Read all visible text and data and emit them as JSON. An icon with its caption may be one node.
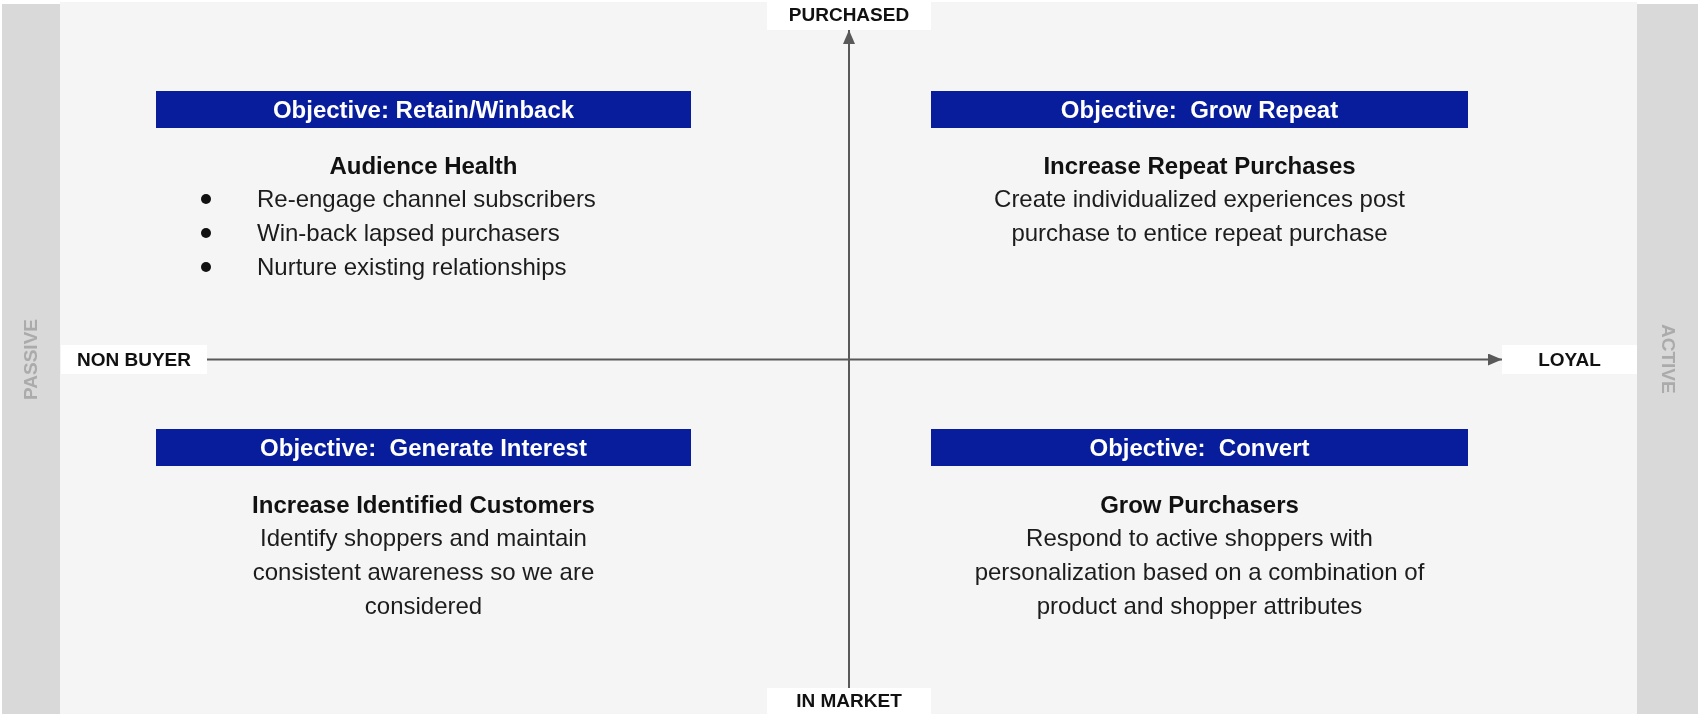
{
  "diagram": {
    "nodes": [
      {
        "text": [
          "PURCHASED"
        ]
      },
      {
        "text": [
          "Objective: Retain/Winback"
        ],
        "beside": [
          "Audience Health",
          "Re-engage channel subscribers",
          "Win-back lapsed purchasers",
          "Nurture existing relationships"
        ]
      },
      {
        "text": [
          "Objective:  Grow Repeat"
        ],
        "beside": [
          "Increase Repeat Purchases",
          "Create individualized experiences post purchase to entice repeat purchase"
        ]
      },
      {
        "text": [
          "PASSIVE"
        ]
      },
      {
        "text": [
          "NON BUYER"
        ]
      },
      {
        "text": [
          "LOYAL"
        ]
      },
      {
        "text": [
          "ACTIVE"
        ]
      },
      {
        "text": [
          "Objective:  Generate Interest"
        ],
        "beside": [
          "Increase Identified Customers",
          "Identify shoppers and maintain consistent awareness so we are considered"
        ]
      },
      {
        "text": [
          "Objective:  Convert"
        ],
        "beside": [
          "Grow Purchasers",
          "Respond to active shoppers with personalization based on a combination of product and shopper attributes"
        ]
      },
      {
        "text": [
          "IN MARKET"
        ]
      }
    ],
    "edges": [
      {
        "from": 4,
        "to": 5,
        "arrow": "to"
      },
      {
        "from": 9,
        "to": 0,
        "arrow": "to"
      }
    ]
  }
}
